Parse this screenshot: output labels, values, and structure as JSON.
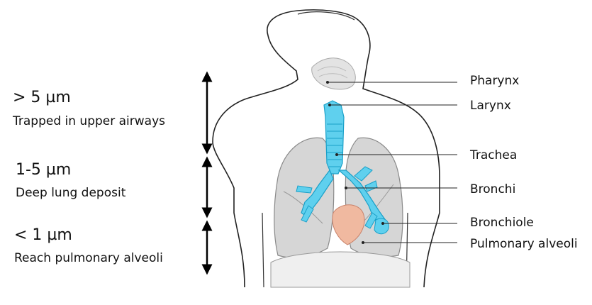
{
  "size_ranges": [
    {
      "size": "> 5 µm",
      "description": "Trapped in upper airways"
    },
    {
      "size": "1-5 µm",
      "description": "Deep lung deposit"
    },
    {
      "size": "< 1 µm",
      "description": "Reach pulmonary alveoli"
    }
  ],
  "anatomy_labels": [
    {
      "text": "Pharynx"
    },
    {
      "text": "Larynx"
    },
    {
      "text": "Trachea"
    },
    {
      "text": "Bronchi"
    },
    {
      "text": "Bronchiole"
    },
    {
      "text": "Pulmonary alveoli"
    }
  ],
  "colors": {
    "airway": "#4cc6e6",
    "airway_dark": "#1aa0c8",
    "lung_fill": "#d9d9d9",
    "heart": "#f0b9a0",
    "outline": "#222222"
  }
}
